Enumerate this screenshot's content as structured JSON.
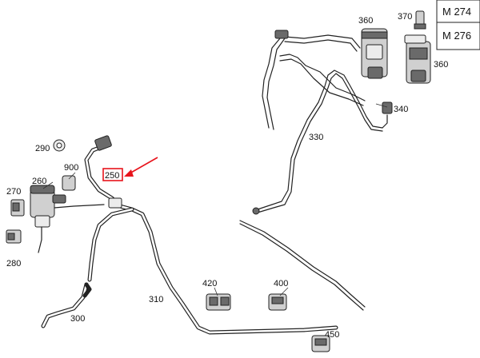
{
  "parts": [
    {
      "id": "250",
      "label": "250"
    },
    {
      "id": "260",
      "label": "260"
    },
    {
      "id": "270",
      "label": "270"
    },
    {
      "id": "280",
      "label": "280"
    },
    {
      "id": "290",
      "label": "290"
    },
    {
      "id": "300",
      "label": "300"
    },
    {
      "id": "310",
      "label": "310"
    },
    {
      "id": "330",
      "label": "330"
    },
    {
      "id": "340",
      "label": "340"
    },
    {
      "id": "360a",
      "label": "360"
    },
    {
      "id": "360b",
      "label": "360"
    },
    {
      "id": "370",
      "label": "370"
    },
    {
      "id": "400",
      "label": "400"
    },
    {
      "id": "420",
      "label": "420"
    },
    {
      "id": "450",
      "label": "450"
    },
    {
      "id": "900",
      "label": "900"
    }
  ],
  "engine_variants": [
    "M 274",
    "M 276"
  ],
  "highlight": {
    "part": "250",
    "color": "#e8141c"
  }
}
